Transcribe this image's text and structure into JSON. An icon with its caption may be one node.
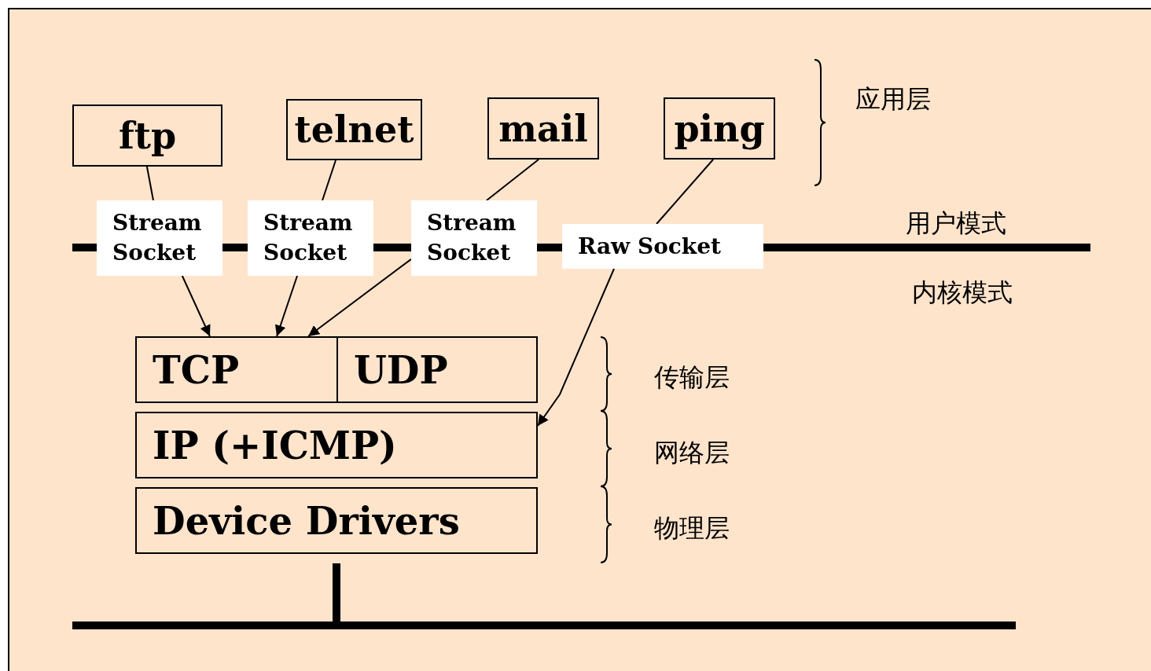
{
  "diagram": {
    "nodes": [
      {
        "text": [
          "ftp"
        ]
      },
      {
        "text": [
          "telnet"
        ]
      },
      {
        "text": [
          "mail"
        ]
      },
      {
        "text": [
          "ping"
        ]
      },
      {
        "text": [
          "Stream Socket"
        ]
      },
      {
        "text": [
          "Stream Socket"
        ]
      },
      {
        "text": [
          "Stream Socket"
        ]
      },
      {
        "text": [
          "Raw Socket"
        ]
      },
      {
        "text": [
          "TCP"
        ]
      },
      {
        "text": [
          "UDP"
        ]
      },
      {
        "text": [
          "IP (+ICMP)"
        ]
      },
      {
        "text": [
          "Device Drivers"
        ]
      }
    ],
    "edges": [
      {
        "from": 0,
        "to": 4,
        "arrow": "none"
      },
      {
        "from": 4,
        "to": 8,
        "arrow": "to"
      },
      {
        "from": 1,
        "to": 5,
        "arrow": "none"
      },
      {
        "from": 5,
        "to": 8,
        "arrow": "to"
      },
      {
        "from": 2,
        "to": 6,
        "arrow": "none"
      },
      {
        "from": 6,
        "to": 8,
        "arrow": "to"
      },
      {
        "from": 3,
        "to": 7,
        "arrow": "none"
      },
      {
        "from": 7,
        "to": 10,
        "arrow": "to"
      }
    ],
    "labels": [
      "应用层",
      "用户模式",
      "内核模式",
      "传输层",
      "网络层",
      "物理层"
    ]
  }
}
